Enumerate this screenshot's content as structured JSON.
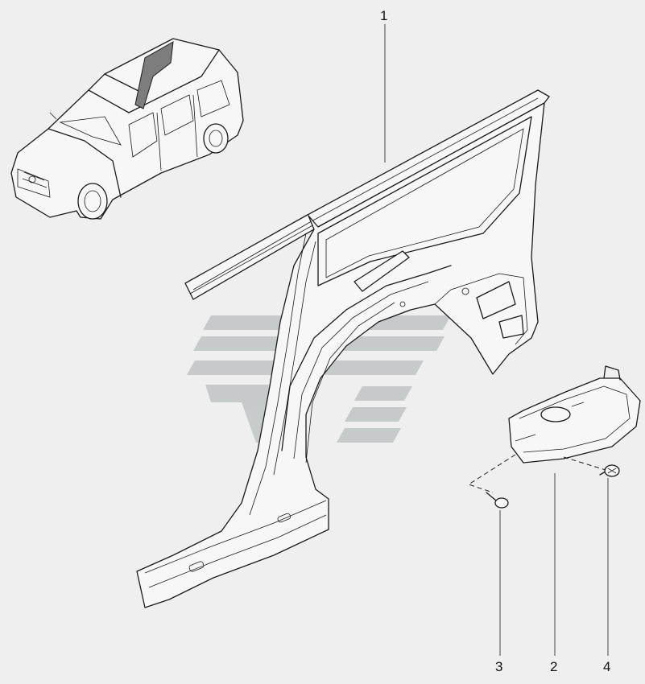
{
  "callouts": [
    {
      "id": "1",
      "label": "1"
    },
    {
      "id": "2",
      "label": "2"
    },
    {
      "id": "3",
      "label": "3"
    },
    {
      "id": "4",
      "label": "4"
    }
  ],
  "colors": {
    "background": "#efefef",
    "line": "#1a1a1a",
    "watermark": "#c3c6c6",
    "highlight": "#7d7d7d"
  }
}
